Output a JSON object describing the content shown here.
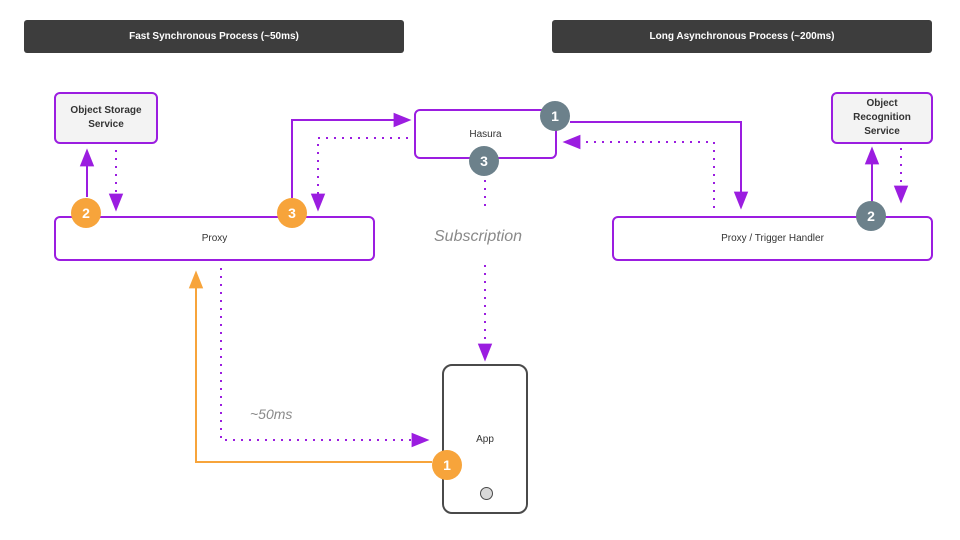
{
  "banners": {
    "fast": "Fast Synchronous Process (~50ms)",
    "long": "Long Asynchronous  Process (~200ms)"
  },
  "nodes": {
    "object_storage": "Object Storage Service",
    "proxy": "Proxy",
    "hasura": "Hasura",
    "object_recognition": "Object Recognition Service",
    "trigger_handler": "Proxy / Trigger  Handler",
    "app": "App"
  },
  "badges": {
    "sync_step_1": "1",
    "sync_step_2": "2",
    "sync_step_3": "3",
    "async_step_1": "1",
    "async_step_2": "2",
    "async_step_3": "3"
  },
  "labels": {
    "subscription": "Subscription",
    "latency": "~50ms"
  },
  "colors": {
    "primary": "#9b1de0",
    "orange": "#f7a43b",
    "badge_grey": "#6c818b",
    "banner": "#3d3d3d"
  }
}
